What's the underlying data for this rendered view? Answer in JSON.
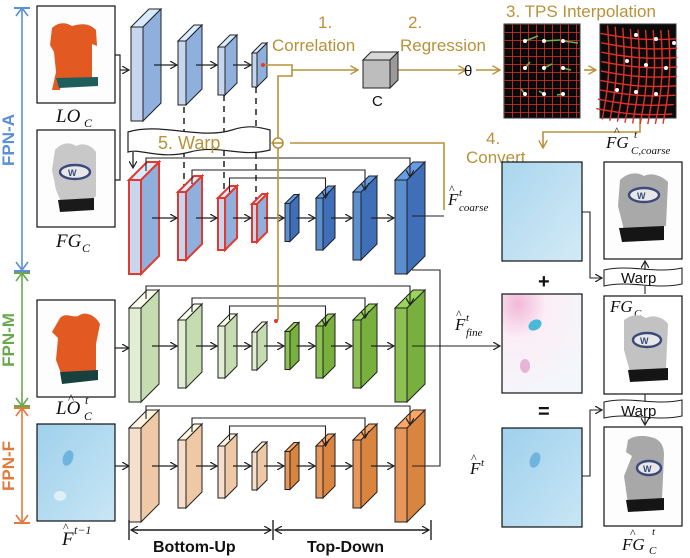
{
  "colors": {
    "fpn_a": "#5b8fd6",
    "fpn_m": "#6aa84f",
    "fpn_f": "#e07b3c",
    "gold": "#b8913a",
    "highlight_red": "#e03a2f",
    "blue_light": "#c5d6ee",
    "blue_mid": "#8fb0dd",
    "blue_dark": "#3e6fb8",
    "green_light": "#e3edd6",
    "green_dark": "#78b03e",
    "orange_light": "#f6dfcc",
    "orange_dark": "#d9853f"
  },
  "branches": [
    {
      "name": "FPN-A",
      "color_key": "fpn_a"
    },
    {
      "name": "FPN-M",
      "color_key": "fpn_m"
    },
    {
      "name": "FPN-F",
      "color_key": "fpn_f"
    }
  ],
  "inputs": [
    {
      "label": "LO_C",
      "display": "LO",
      "sub": "C",
      "hat": false,
      "sup": ""
    },
    {
      "label": "FG_C",
      "display": "FG",
      "sub": "C",
      "hat": false,
      "sup": ""
    },
    {
      "label": "LO_C^t (hat)",
      "display": "LO",
      "sub": "C",
      "hat": true,
      "sup": "t"
    },
    {
      "label": "F^{t-1} (hat)",
      "display": "F",
      "sub": "",
      "hat": true,
      "sup": "t−1"
    }
  ],
  "steps": {
    "correlation_num": "1.",
    "correlation": "Correlation",
    "regression_num": "2.",
    "regression": "Regression",
    "tps": "3. TPS Interpolation",
    "convert_num": "4.",
    "convert": "Convert",
    "warp5": "5. Warp"
  },
  "cost_volume_label": "C",
  "theta_label": "θ",
  "flows": {
    "coarse": {
      "base": "F",
      "sup": "t",
      "sub": "coarse"
    },
    "fine": {
      "base": "F",
      "sup": "t",
      "sub": "fine"
    },
    "final": {
      "base": "F",
      "sup": "t",
      "sub": ""
    }
  },
  "operators": {
    "plus": "+",
    "equals": "="
  },
  "outputs": {
    "coarse": {
      "base": "FG",
      "sup": "t",
      "sub": "C,coarse"
    },
    "fg_c": {
      "base": "FG",
      "sub": "C"
    },
    "final": {
      "base": "FG",
      "sup": "t",
      "sub": "C"
    }
  },
  "warp_labels": [
    "Warp",
    "Warp"
  ],
  "axis_labels": {
    "bottom_up": "Bottom-Up",
    "top_down": "Top-Down"
  }
}
